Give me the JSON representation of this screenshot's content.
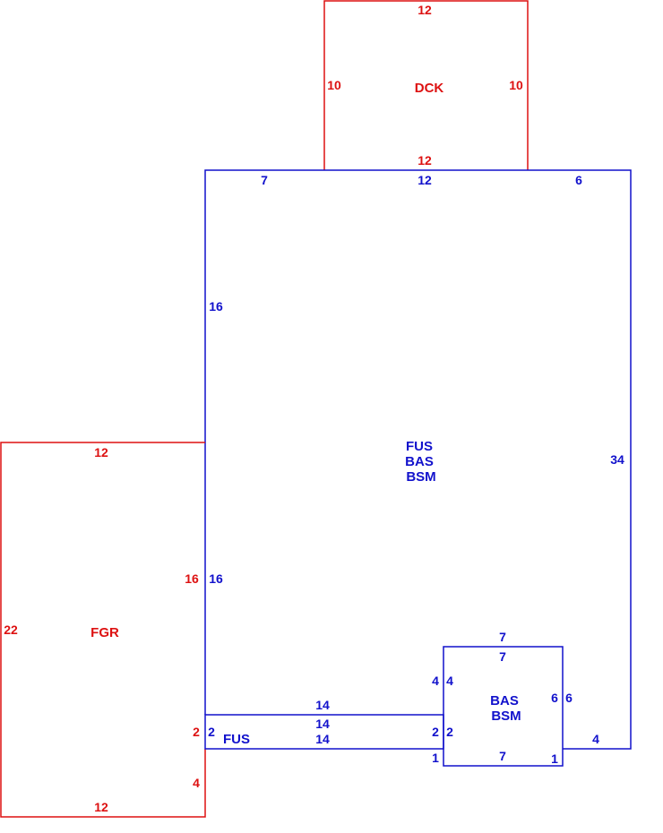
{
  "colors": {
    "red": "#dd1111",
    "blue": "#1111cc",
    "background": "#ffffff"
  },
  "areas": {
    "dck": {
      "code": "DCK",
      "dims": {
        "top": "12",
        "left": "10",
        "right": "10",
        "bottom": "12"
      }
    },
    "main": {
      "codes": [
        "FUS",
        "BAS",
        "BSM"
      ],
      "dims": {
        "top_left": "7",
        "top_mid": "12",
        "top_right": "6",
        "left_upper": "16",
        "left_lower": "16",
        "right": "34",
        "bottom_right": "4"
      }
    },
    "fgr": {
      "code": "FGR",
      "dims": {
        "top": "12",
        "left": "22",
        "right_upper": "16",
        "right_mid": "2",
        "right_lower": "4",
        "bottom": "12"
      }
    },
    "fus_strip": {
      "code": "FUS",
      "dims": {
        "top_outer": "14",
        "top_inner": "14",
        "bottom": "14",
        "left": "2",
        "right": "2"
      }
    },
    "bay": {
      "codes": [
        "BAS",
        "BSM"
      ],
      "dims": {
        "top_outer": "7",
        "top_inner": "7",
        "left_outer": "4",
        "left_inner": "4",
        "left_mid_outer": "2",
        "left_mid_inner": "2",
        "left_low": "1",
        "right_inner": "6",
        "right_outer": "6",
        "bottom": "7",
        "right_low": "1"
      }
    }
  }
}
